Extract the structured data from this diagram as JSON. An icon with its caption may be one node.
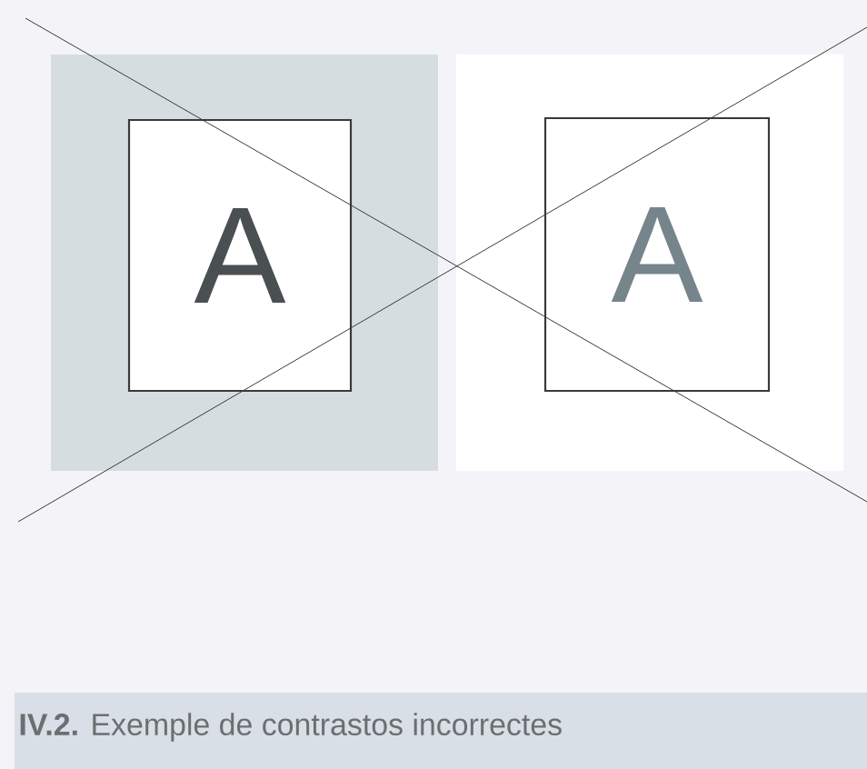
{
  "diagram": {
    "caption": "**IV.2.** Exemple de contrastos incorrectes",
    "nodes": [
      {
        "text": [
          "A"
        ]
      },
      {
        "text": [
          "A"
        ]
      }
    ]
  }
}
